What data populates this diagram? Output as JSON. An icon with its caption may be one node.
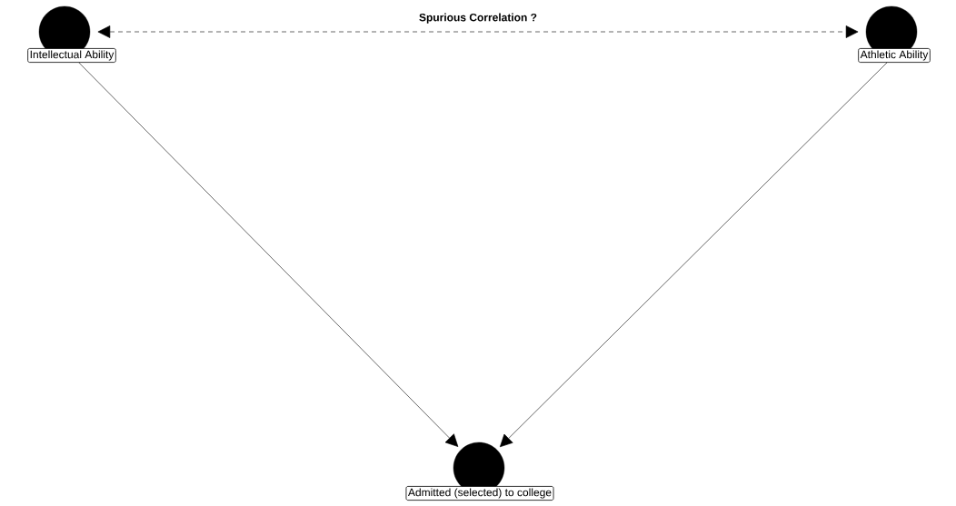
{
  "diagram": {
    "nodes": [
      {
        "text": [
          "Intellectual Ability"
        ]
      },
      {
        "text": [
          "Athletic Ability"
        ]
      },
      {
        "text": [
          "Admitted (selected) to college"
        ]
      }
    ],
    "edges": [
      {
        "from": 0,
        "to": 1,
        "arrow": "both",
        "style": "dashed",
        "label": "Spurious Correlation ?"
      },
      {
        "from": 0,
        "to": 2,
        "arrow": "to"
      },
      {
        "from": 1,
        "to": 2,
        "arrow": "to"
      }
    ]
  }
}
